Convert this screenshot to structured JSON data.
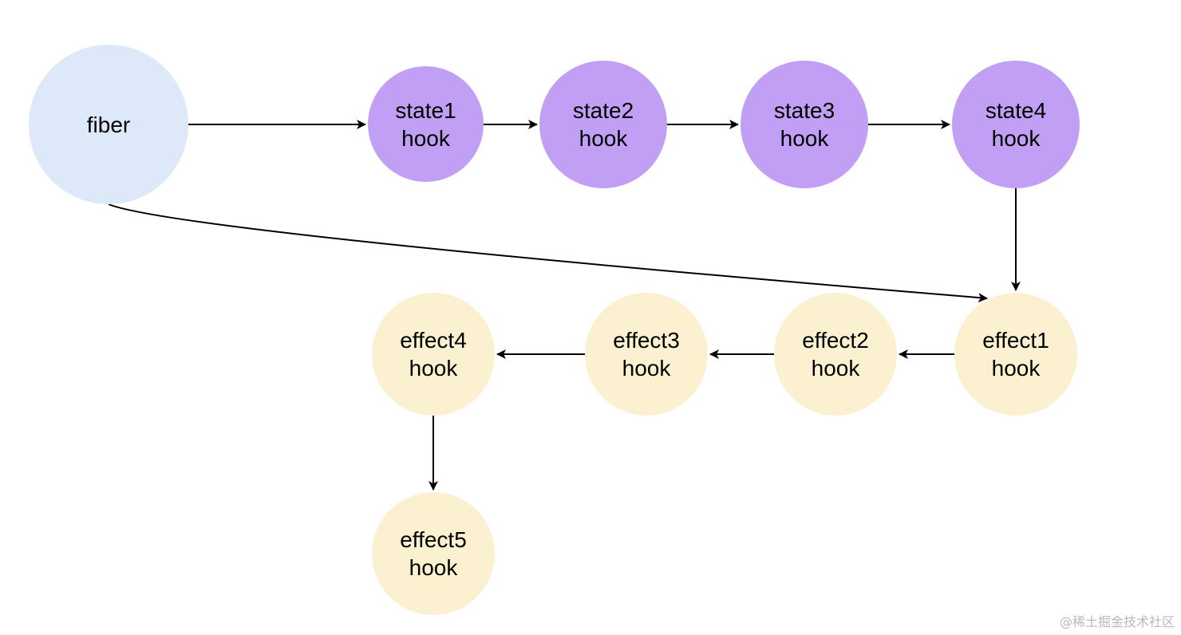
{
  "colors": {
    "fiber": "#dde8f9",
    "state": "#c19ff5",
    "effect": "#fbf0cf",
    "edge": "#000000"
  },
  "nodes": {
    "fiber": {
      "label": "fiber"
    },
    "state1": {
      "line1": "state1",
      "line2": "hook"
    },
    "state2": {
      "line1": "state2",
      "line2": "hook"
    },
    "state3": {
      "line1": "state3",
      "line2": "hook"
    },
    "state4": {
      "line1": "state4",
      "line2": "hook"
    },
    "effect1": {
      "line1": "effect1",
      "line2": "hook"
    },
    "effect2": {
      "line1": "effect2",
      "line2": "hook"
    },
    "effect3": {
      "line1": "effect3",
      "line2": "hook"
    },
    "effect4": {
      "line1": "effect4",
      "line2": "hook"
    },
    "effect5": {
      "line1": "effect5",
      "line2": "hook"
    }
  },
  "edges": [
    {
      "from": "fiber",
      "to": "state1"
    },
    {
      "from": "state1",
      "to": "state2"
    },
    {
      "from": "state2",
      "to": "state3"
    },
    {
      "from": "state3",
      "to": "state4"
    },
    {
      "from": "state4",
      "to": "effect1"
    },
    {
      "from": "fiber",
      "to": "effect1"
    },
    {
      "from": "effect1",
      "to": "effect2"
    },
    {
      "from": "effect2",
      "to": "effect3"
    },
    {
      "from": "effect3",
      "to": "effect4"
    },
    {
      "from": "effect4",
      "to": "effect5"
    }
  ],
  "watermark": "@稀土掘金技术社区"
}
